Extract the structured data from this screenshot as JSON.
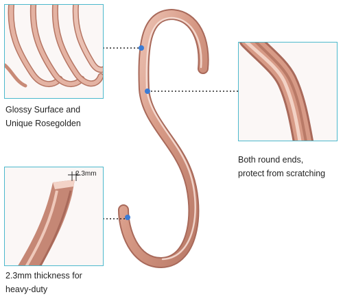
{
  "captions": {
    "glossy": {
      "line1": "Glossy Surface and",
      "line2": "Unique Rosegolden"
    },
    "round_ends": {
      "line1": "Both round ends,",
      "line2": "protect from scratching"
    },
    "thickness": {
      "line1": "2.3mm thickness for",
      "line2": "heavy-duty"
    }
  },
  "measurement_label": "2.3mm",
  "colors": {
    "inset_border": "#4bb8cc",
    "marker": "#3a7bd5",
    "rose_gold_base": "#d79a86",
    "rose_gold_light": "#f6d8cc",
    "rose_gold_dark": "#a8695a",
    "text": "#222222"
  }
}
